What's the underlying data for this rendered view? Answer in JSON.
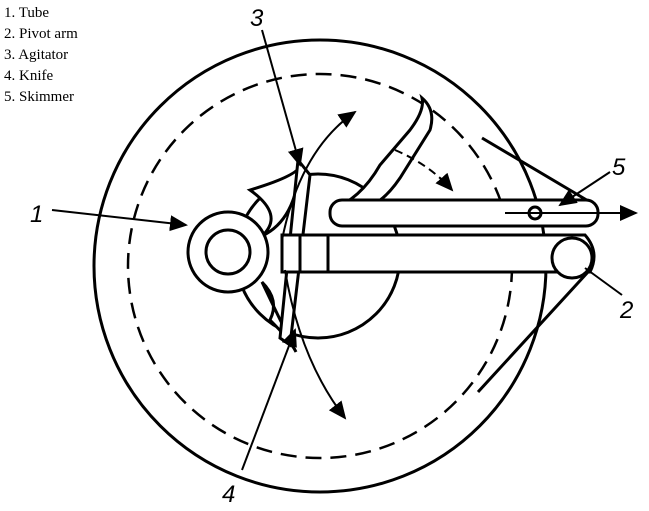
{
  "legend": [
    {
      "num": "1.",
      "label": "Tube"
    },
    {
      "num": "2.",
      "label": "Pivot arm"
    },
    {
      "num": "3.",
      "label": "Agitator"
    },
    {
      "num": "4.",
      "label": "Knife"
    },
    {
      "num": "5.",
      "label": "Skimmer"
    }
  ],
  "callouts": {
    "c1": "1",
    "c2": "2",
    "c3": "3",
    "c4": "4",
    "c5": "5"
  }
}
